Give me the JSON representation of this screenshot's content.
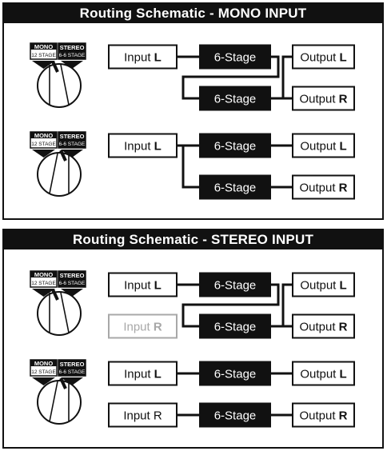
{
  "panels": [
    {
      "title": "Routing Schematic - MONO INPUT",
      "rows": [
        {
          "selector": {
            "mono_label": "MONO",
            "mono_sub": "12 STAGE",
            "stereo_label": "STEREO",
            "stereo_sub": "6-6 STAGE",
            "selected": "mono"
          },
          "inputs": [
            {
              "text": "Input ",
              "ch": "L",
              "dim": false
            }
          ],
          "stages": [
            "6-Stage",
            "6-Stage"
          ],
          "outputs": [
            {
              "text": "Output ",
              "ch": "L"
            },
            {
              "text": "Output ",
              "ch": "R"
            }
          ],
          "routing": "series"
        },
        {
          "selector": {
            "mono_label": "MONO",
            "mono_sub": "12 STAGE",
            "stereo_label": "STEREO",
            "stereo_sub": "6-6 STAGE",
            "selected": "stereo"
          },
          "inputs": [
            {
              "text": "Input ",
              "ch": "L",
              "dim": false
            }
          ],
          "stages": [
            "6-Stage",
            "6-Stage"
          ],
          "outputs": [
            {
              "text": "Output ",
              "ch": "L"
            },
            {
              "text": "Output ",
              "ch": "R"
            }
          ],
          "routing": "split"
        }
      ]
    },
    {
      "title": "Routing Schematic - STEREO INPUT",
      "rows": [
        {
          "selector": {
            "mono_label": "MONO",
            "mono_sub": "12 STAGE",
            "stereo_label": "STEREO",
            "stereo_sub": "6-6 STAGE",
            "selected": "mono"
          },
          "inputs": [
            {
              "text": "Input ",
              "ch": "L",
              "dim": false
            },
            {
              "text": "Input ",
              "ch": "R",
              "dim": true
            }
          ],
          "stages": [
            "6-Stage",
            "6-Stage"
          ],
          "outputs": [
            {
              "text": "Output ",
              "ch": "L"
            },
            {
              "text": "Output ",
              "ch": "R"
            }
          ],
          "routing": "series"
        },
        {
          "selector": {
            "mono_label": "MONO",
            "mono_sub": "12 STAGE",
            "stereo_label": "STEREO",
            "stereo_sub": "6-6 STAGE",
            "selected": "stereo"
          },
          "inputs": [
            {
              "text": "Input ",
              "ch": "L",
              "dim": false
            },
            {
              "text": "Input R",
              "ch": "",
              "dim": false
            }
          ],
          "stages": [
            "6-Stage",
            "6-Stage"
          ],
          "outputs": [
            {
              "text": "Output ",
              "ch": "L"
            },
            {
              "text": "Output ",
              "ch": "R"
            }
          ],
          "routing": "parallel"
        }
      ]
    }
  ],
  "colors": {
    "ink": "#111111",
    "dim": "#a8a8a8",
    "paper": "#ffffff"
  }
}
